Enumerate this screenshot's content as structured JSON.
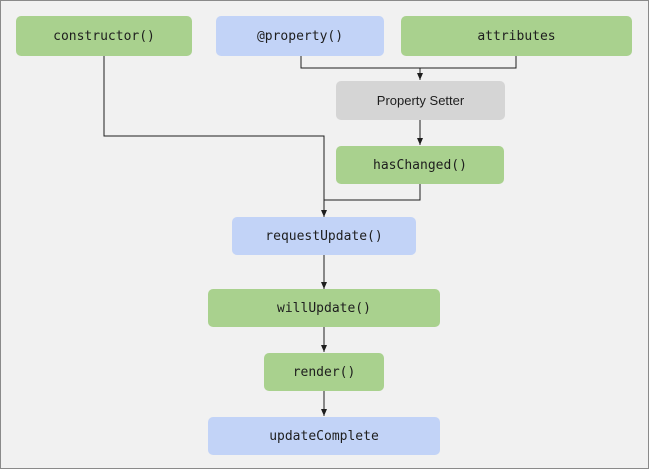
{
  "colors": {
    "lifecycle_method": "#a9d18e",
    "entry_point": "#c2d3f7",
    "internal_step": "#d5d5d5",
    "connector": "#1e1e1e",
    "background": "#f1f1f1"
  },
  "nodes": {
    "constructor": "constructor()",
    "property_decorator": "@property()",
    "attributes": "attributes",
    "property_setter": "Property Setter",
    "has_changed": "hasChanged()",
    "request_update": "requestUpdate()",
    "will_update": "willUpdate()",
    "render": "render()",
    "update_complete": "updateComplete"
  },
  "edges": [
    {
      "from": "constructor()",
      "to": "requestUpdate()"
    },
    {
      "from": "@property()",
      "to": "Property Setter"
    },
    {
      "from": "attributes",
      "to": "Property Setter"
    },
    {
      "from": "Property Setter",
      "to": "hasChanged()"
    },
    {
      "from": "hasChanged()",
      "to": "requestUpdate()"
    },
    {
      "from": "requestUpdate()",
      "to": "willUpdate()"
    },
    {
      "from": "willUpdate()",
      "to": "render()"
    },
    {
      "from": "render()",
      "to": "updateComplete"
    }
  ]
}
